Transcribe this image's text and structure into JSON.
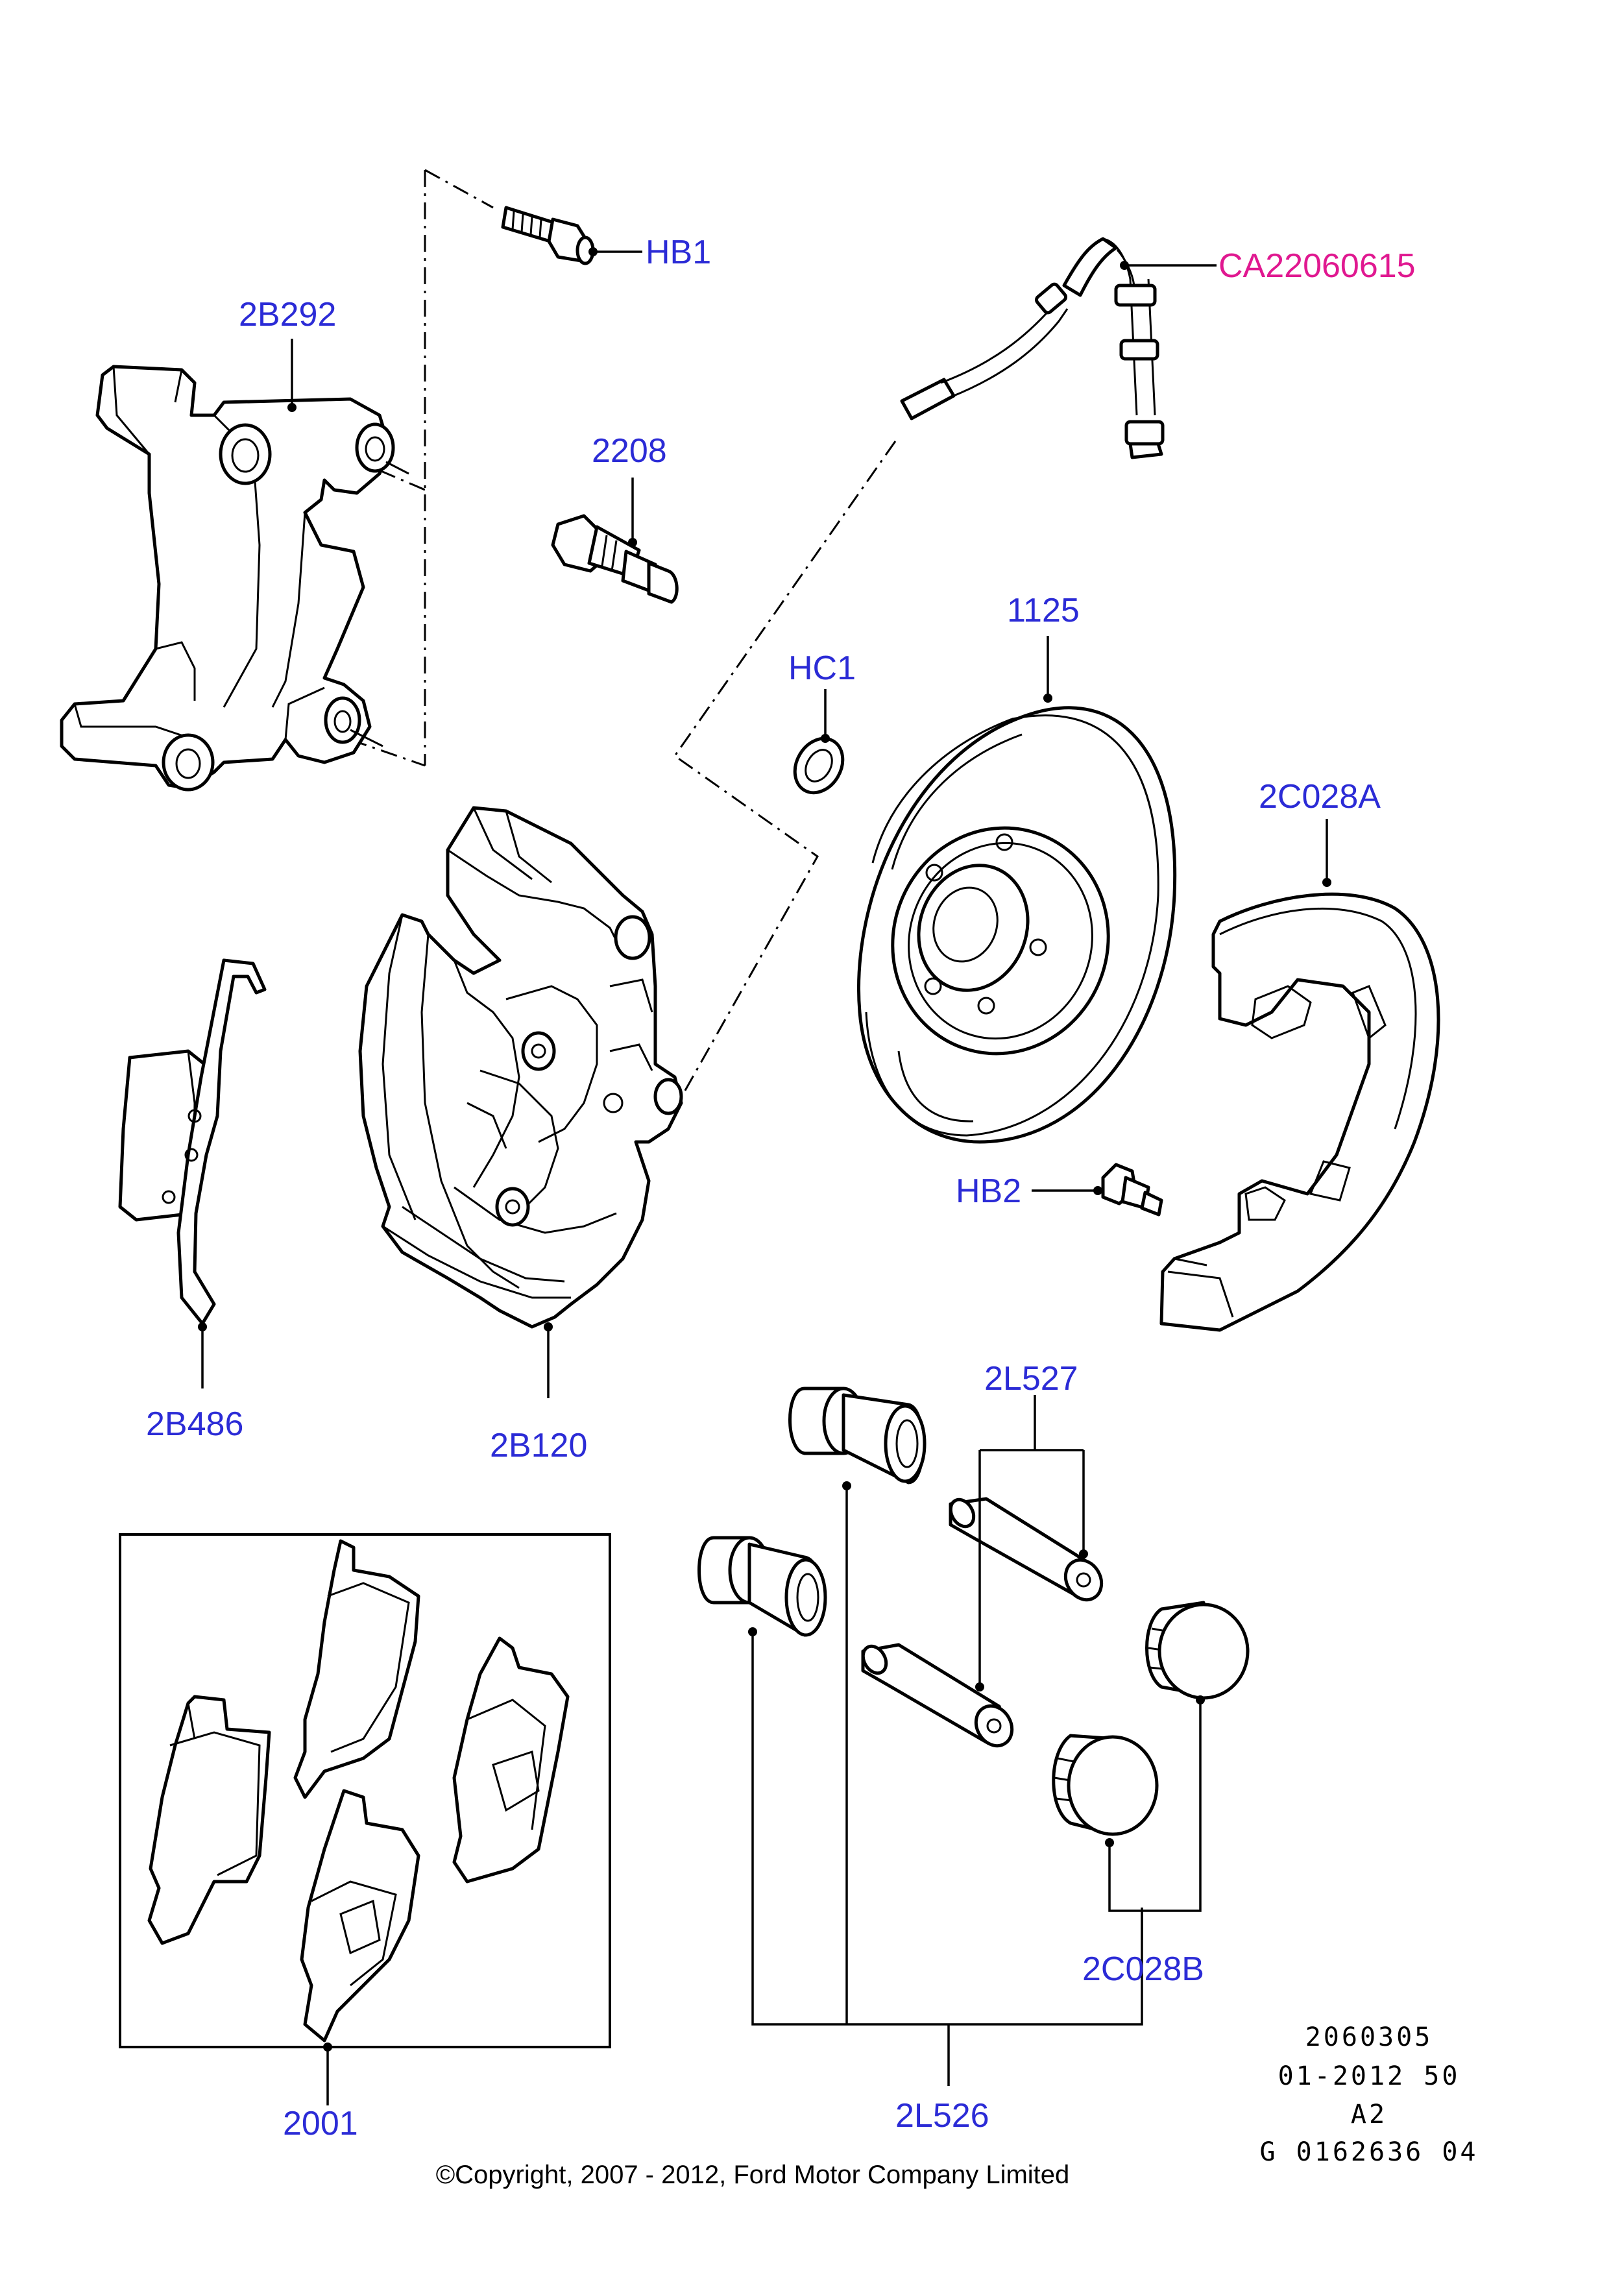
{
  "labels": {
    "hb1": "HB1",
    "ca": "CA22060615",
    "b292": "2B292",
    "p2208": "2208",
    "p1125": "1125",
    "hc1": "HC1",
    "c028a": "2C028A",
    "hb2": "HB2",
    "b486": "2B486",
    "b120": "2B120",
    "l527": "2L527",
    "c028b": "2C028B",
    "p2001": "2001",
    "l526": "2L526"
  },
  "reference": {
    "line1": "2060305",
    "line2": "01-2012 50",
    "line3": "A2",
    "line4": "G 0162636 04"
  },
  "copyright": "©Copyright, 2007 - 2012, Ford Motor Company Limited",
  "colors": {
    "label": "#2b2bd6",
    "link_label": "#e01890",
    "line": "#000000"
  }
}
